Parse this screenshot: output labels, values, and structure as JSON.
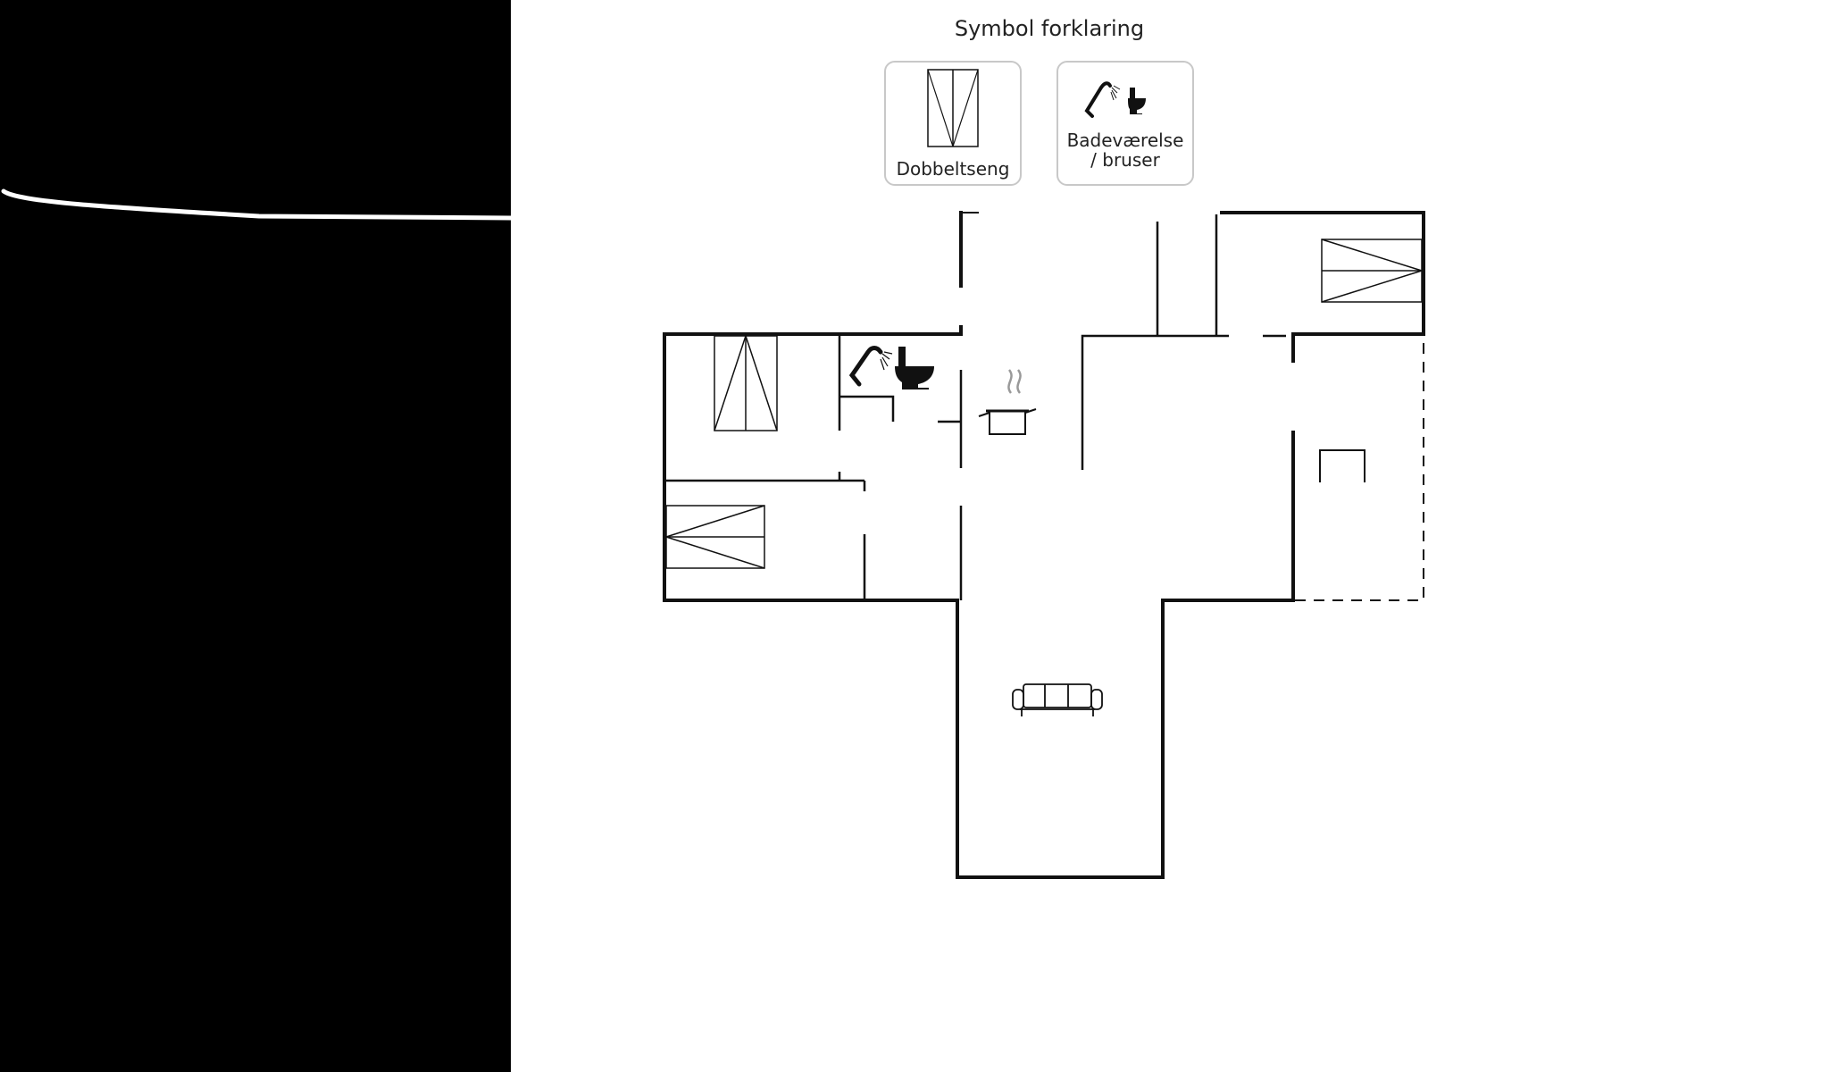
{
  "legend": {
    "title": "Symbol forklaring",
    "items": [
      {
        "icon": "double-bed-icon",
        "label": "Dobbeltseng"
      },
      {
        "icon": "bathroom-shower-icon",
        "label_line1": "Badeværelse",
        "label_line2": "/ bruser"
      }
    ]
  },
  "colors": {
    "left_panel": "#000000",
    "background": "#ffffff",
    "wall": "#111111",
    "card_border": "#c8c8c8",
    "steam": "#999999"
  },
  "plan_symbols": [
    "double-bed-icon",
    "single-bed-icon",
    "shower-icon",
    "toilet-icon",
    "cooking-pot-icon",
    "sofa-icon",
    "table-icon"
  ]
}
